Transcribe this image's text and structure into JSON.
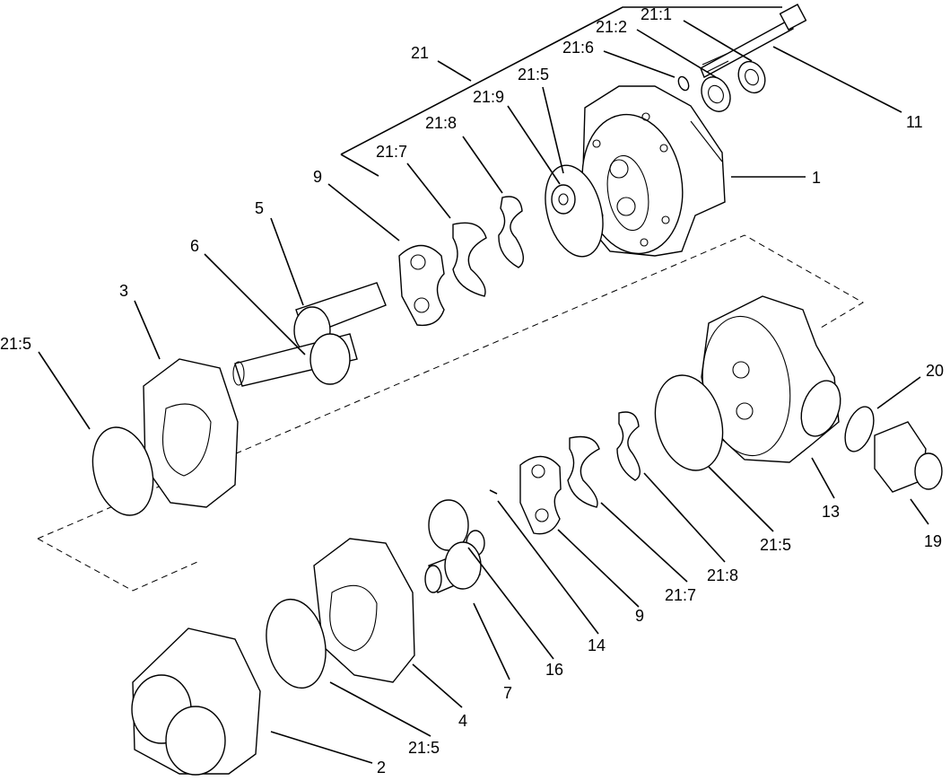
{
  "labels": {
    "p21_1": "21:1",
    "p21_2": "21:2",
    "p21_6": "21:6",
    "p21": "21",
    "p21_5_top": "21:5",
    "p21_9": "21:9",
    "p21_8_top": "21:8",
    "p21_7_top": "21:7",
    "p11": "11",
    "p1": "1",
    "p9_top": "9",
    "p5": "5",
    "p6": "6",
    "p3": "3",
    "p21_5_left": "21:5",
    "p20": "20",
    "p13": "13",
    "p19": "19",
    "p21_5_mid": "21:5",
    "p21_8_bot": "21:8",
    "p21_7_bot": "21:7",
    "p9_bot": "9",
    "p14": "14",
    "p16": "16",
    "p7": "7",
    "p4": "4",
    "p21_5_bot": "21:5",
    "p2": "2"
  }
}
